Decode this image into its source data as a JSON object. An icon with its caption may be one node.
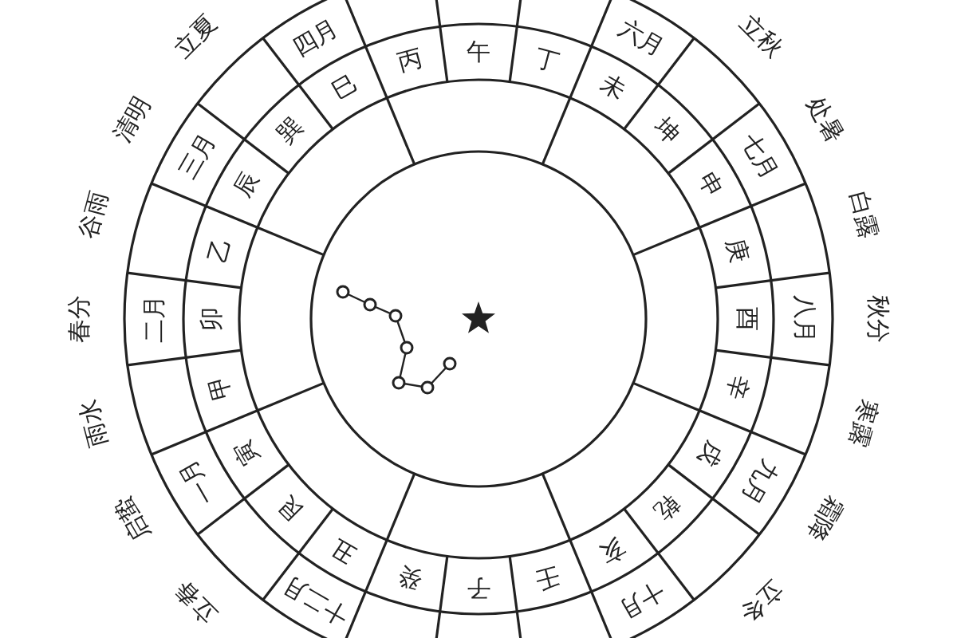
{
  "diagram": {
    "nodes": [
      {
        "text": [
          "午"
        ]
      },
      {
        "text": [
          "丁"
        ]
      },
      {
        "text": [
          "未"
        ]
      },
      {
        "text": [
          "坤"
        ]
      },
      {
        "text": [
          "申"
        ]
      },
      {
        "text": [
          "庚"
        ]
      },
      {
        "text": [
          "酉"
        ]
      },
      {
        "text": [
          "辛"
        ]
      },
      {
        "text": [
          "戌"
        ]
      },
      {
        "text": [
          "乾"
        ]
      },
      {
        "text": [
          "亥"
        ]
      },
      {
        "text": [
          "壬"
        ]
      },
      {
        "text": [
          "子"
        ]
      },
      {
        "text": [
          "癸"
        ]
      },
      {
        "text": [
          "丑"
        ]
      },
      {
        "text": [
          "艮"
        ]
      },
      {
        "text": [
          "寅"
        ]
      },
      {
        "text": [
          "甲"
        ]
      },
      {
        "text": [
          "卯"
        ]
      },
      {
        "text": [
          "乙"
        ]
      },
      {
        "text": [
          "辰"
        ]
      },
      {
        "text": [
          "巽"
        ]
      },
      {
        "text": [
          "巳"
        ]
      },
      {
        "text": [
          "丙"
        ]
      },
      {
        "text": [
          "六月"
        ]
      },
      {
        "text": [
          "七月"
        ]
      },
      {
        "text": [
          "八月"
        ]
      },
      {
        "text": [
          "九月"
        ]
      },
      {
        "text": [
          "十月"
        ]
      },
      {
        "text": [
          "十二月"
        ]
      },
      {
        "text": [
          "一月"
        ]
      },
      {
        "text": [
          "二月"
        ]
      },
      {
        "text": [
          "三月"
        ]
      },
      {
        "text": [
          "四月"
        ]
      }
    ],
    "labels": [
      "立秋",
      "处暑",
      "白露",
      "秋分",
      "寒露",
      "霜降",
      "立冬",
      "立春",
      "启蛰",
      "雨水",
      "春分",
      "谷雨",
      "清明",
      "立夏"
    ]
  }
}
